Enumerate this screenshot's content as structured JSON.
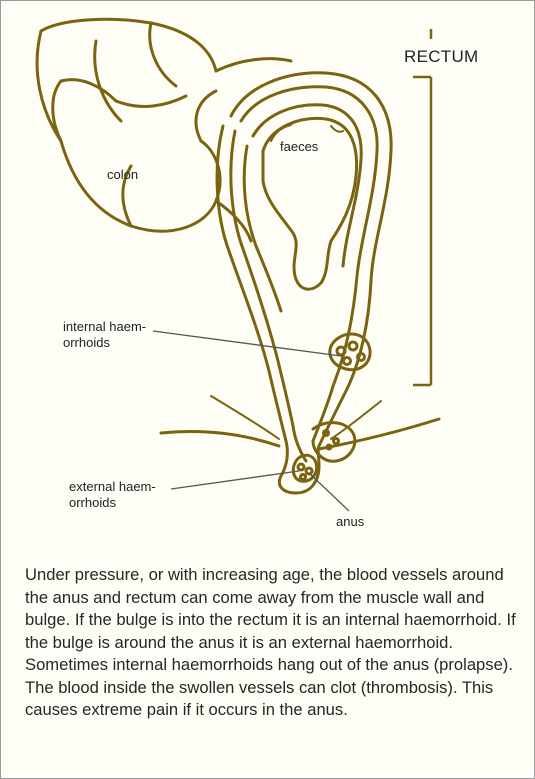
{
  "diagram": {
    "labels": {
      "rectum": "RECTUM",
      "faeces": "faeces",
      "colon": "colon",
      "internal_line1": "internal haem-",
      "internal_line2": "orrhoids",
      "external_line1": "external haem-",
      "external_line2": "orrhoids",
      "anus": "anus"
    },
    "colors": {
      "ink": "#7a6410",
      "ink_dark": "#5e4c08",
      "leader": "#555555"
    }
  },
  "caption": {
    "text": "Under pressure, or with increasing age, the blood vessels around the anus and rectum can come away from the muscle wall and bulge. If the bulge is into the rectum it is an internal haemorrhoid. If the bulge is around the anus it is an external haemorrhoid. Sometimes internal haemorrhoids hang out of the anus (prolapse). The blood inside the swollen vessels can clot (thrombosis). This causes extreme pain if it occurs in the anus."
  }
}
